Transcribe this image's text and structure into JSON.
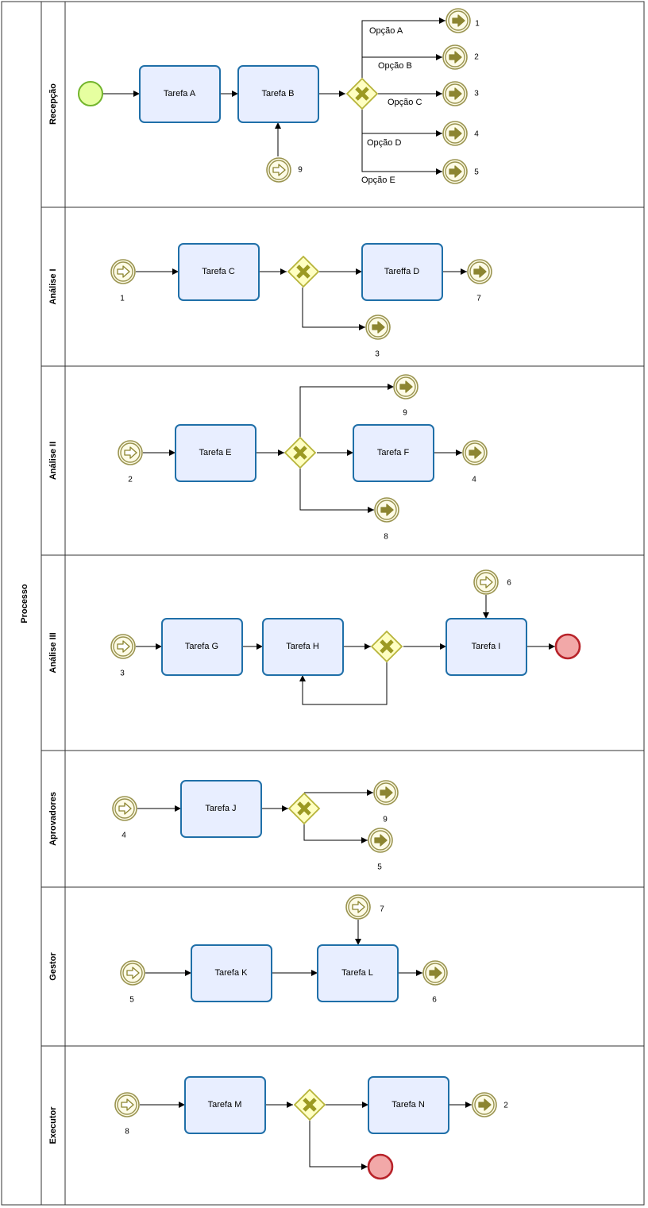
{
  "pool": {
    "label": "Processo"
  },
  "lanes": [
    {
      "id": "recepcao",
      "label": "Recepção"
    },
    {
      "id": "analise1",
      "label": "Análise I"
    },
    {
      "id": "analise2",
      "label": "Análise II"
    },
    {
      "id": "analise3",
      "label": "Análise III"
    },
    {
      "id": "aprovadores",
      "label": "Aprovadores"
    },
    {
      "id": "gestor",
      "label": "Gestor"
    },
    {
      "id": "executor",
      "label": "Executor"
    }
  ],
  "tasks": {
    "a": "Tarefa A",
    "b": "Tarefa B",
    "c": "Tarefa C",
    "d": "Tareffa D",
    "e": "Tarefa E",
    "f": "Tarefa F",
    "g": "Tarefa G",
    "h": "Tarefa H",
    "i": "Tarefa I",
    "j": "Tarefa J",
    "k": "Tarefa K",
    "l": "Tarefa L",
    "m": "Tarefa M",
    "n": "Tarefa N"
  },
  "options": {
    "a": "Opção A",
    "b": "Opção B",
    "c": "Opção C",
    "d": "Opção D",
    "e": "Opção E"
  },
  "links": {
    "rec_out1": "1",
    "rec_out2": "2",
    "rec_out3": "3",
    "rec_out4": "4",
    "rec_out5": "5",
    "rec_in9": "9",
    "a1_in1": "1",
    "a1_out7": "7",
    "a1_out3": "3",
    "a2_in2": "2",
    "a2_out9": "9",
    "a2_out4": "4",
    "a2_out8": "8",
    "a3_in3": "3",
    "a3_in6": "6",
    "ap_in4": "4",
    "ap_out9": "9",
    "ap_out5": "5",
    "ge_in5": "5",
    "ge_in7": "7",
    "ge_out6": "6",
    "ex_in8": "8",
    "ex_out2": "2"
  },
  "colors": {
    "task_fill": "#e8eeff",
    "task_stroke": "#1f6fa8",
    "gateway_fill": "#ffffc2",
    "gateway_stroke": "#b7b43a",
    "gateway_mark": "#9c9a22",
    "start_fill": "#e6ffa0",
    "start_stroke": "#73b52d",
    "end_fill": "#f2a8a8",
    "end_stroke": "#b8232a",
    "link_stroke": "#9a9450",
    "link_fill": "#fdfbe6",
    "link_arrow": "#8c8530"
  }
}
